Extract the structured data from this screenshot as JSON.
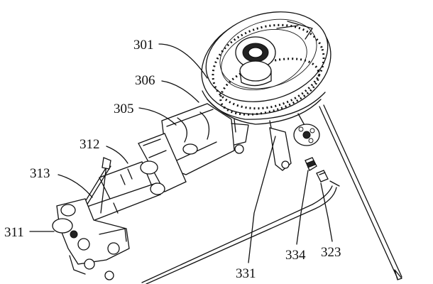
{
  "labels": {
    "l301": "301",
    "l306": "306",
    "l305": "305",
    "l312": "312",
    "l313": "313",
    "l311": "311",
    "l331": "331",
    "l334": "334",
    "l323": "323"
  }
}
